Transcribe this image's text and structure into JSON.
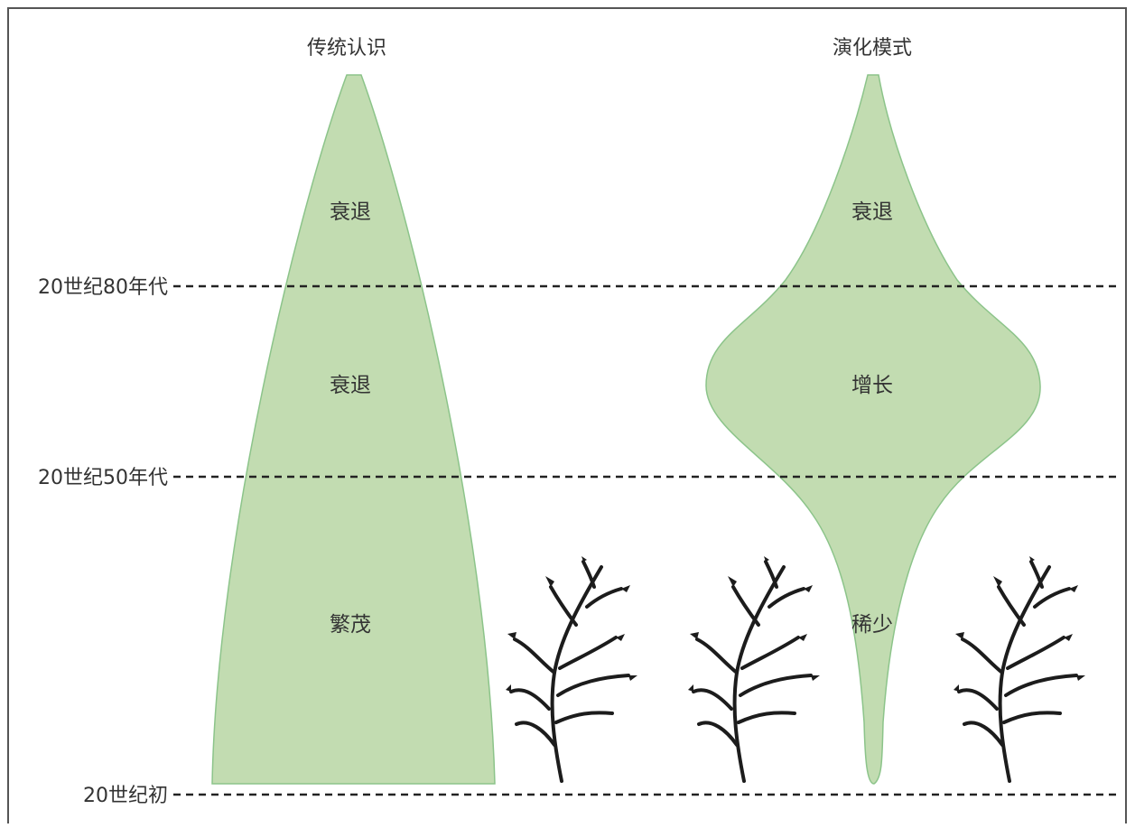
{
  "columns": {
    "traditional": {
      "title": "传统认识",
      "stage_top": "衰退",
      "stage_middle": "衰退",
      "stage_bottom": "繁茂"
    },
    "evolution": {
      "title": "演化模式",
      "stage_top": "衰退",
      "stage_middle": "增长",
      "stage_bottom": "稀少"
    }
  },
  "time_markers": {
    "eighties": "20世纪80年代",
    "fifties": "20世纪50年代",
    "early": "20世纪初"
  },
  "colors": {
    "fill": "#c2dcb1",
    "stroke": "#8cc48a",
    "dash": "#222222"
  },
  "icons": [
    "plant-sprig-icon",
    "plant-sprig-icon",
    "plant-sprig-icon"
  ]
}
